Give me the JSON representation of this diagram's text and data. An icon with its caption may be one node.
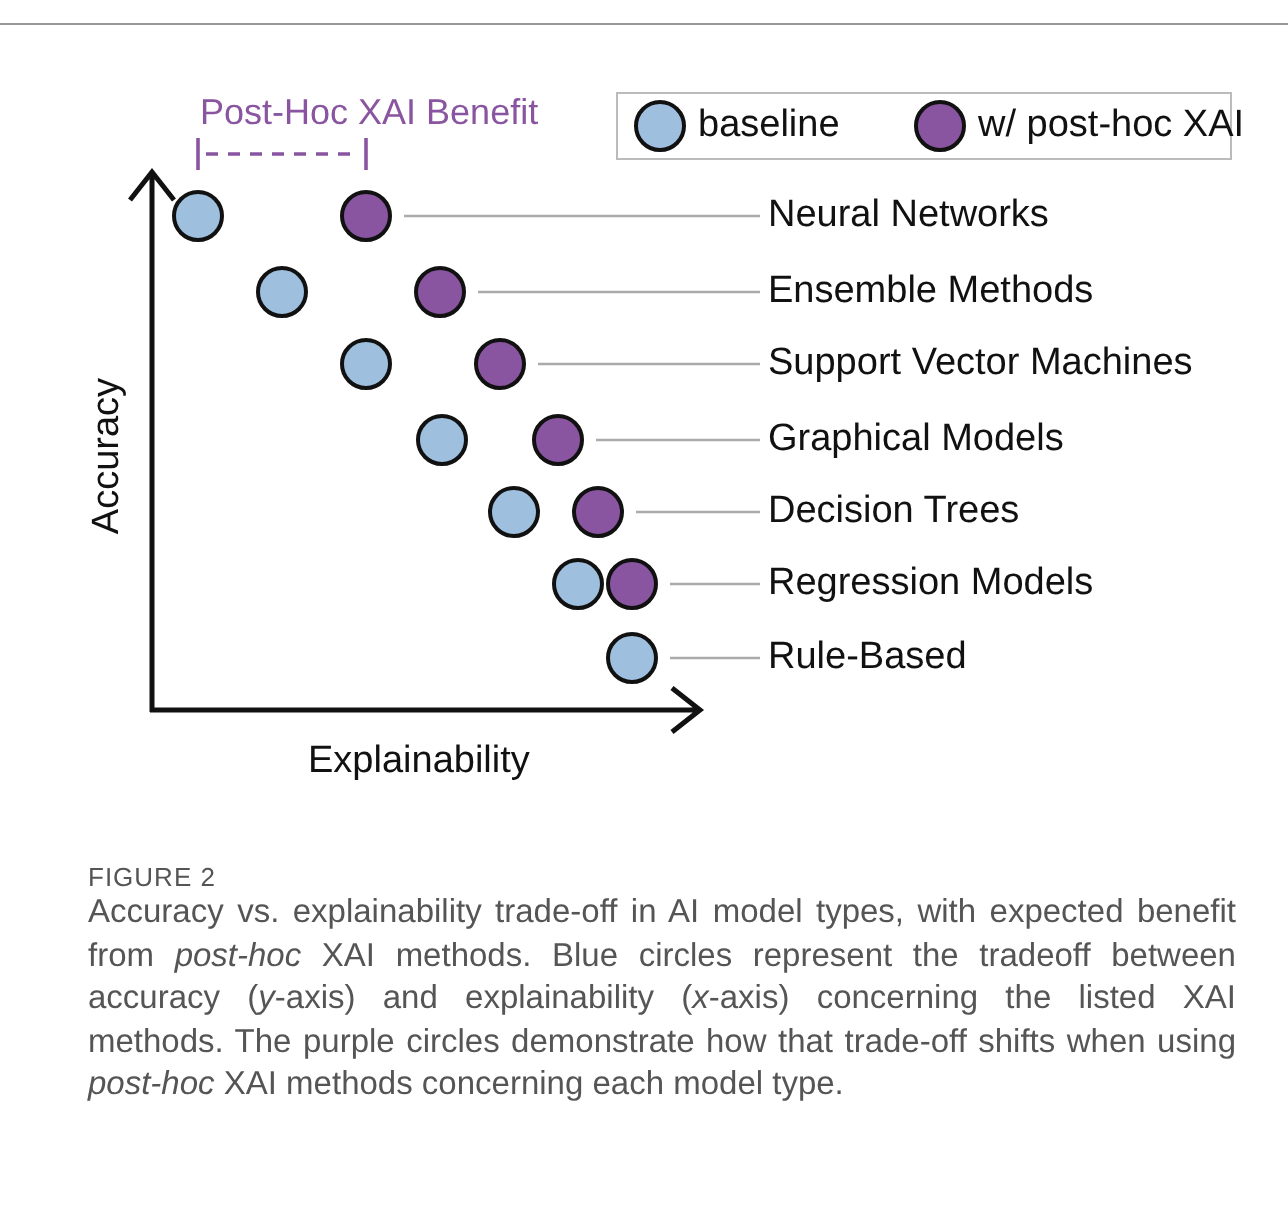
{
  "diagram": {
    "caption": "Accuracy vs. explainability trade-off in AI model types, with expected benefit from *post-hoc* XAI methods. Blue circles represent the tradeoff between accuracy (*y*-axis) and explainability (*x*-axis) concerning the listed XAI methods. The purple circles demonstrate how that trade-off shifts when using *post-hoc* XAI methods concerning each model type.",
    "nodes": [
      {
        "text": [],
        "shape": "circle"
      },
      {
        "text": [],
        "shape": "circle"
      },
      {
        "text": [
          "Neural Networks"
        ]
      },
      {
        "text": [],
        "shape": "circle"
      },
      {
        "text": [],
        "shape": "circle"
      },
      {
        "text": [
          "Ensemble Methods"
        ]
      },
      {
        "text": [],
        "shape": "circle"
      },
      {
        "text": [],
        "shape": "circle"
      },
      {
        "text": [
          "Support Vector Machines"
        ]
      },
      {
        "text": [],
        "shape": "circle"
      },
      {
        "text": [],
        "shape": "circle"
      },
      {
        "text": [
          "Graphical Models"
        ]
      },
      {
        "text": [],
        "shape": "circle"
      },
      {
        "text": [],
        "shape": "circle"
      },
      {
        "text": [
          "Decision Trees"
        ]
      },
      {
        "text": [],
        "shape": "circle"
      },
      {
        "text": [],
        "shape": "circle"
      },
      {
        "text": [
          "Regression Models"
        ]
      },
      {
        "text": [],
        "shape": "circle"
      },
      {
        "text": [
          "Rule-Based"
        ]
      }
    ],
    "edges": [
      {
        "from": 2,
        "to": 1,
        "arrow": "none"
      },
      {
        "from": 5,
        "to": 4,
        "arrow": "none"
      },
      {
        "from": 8,
        "to": 7,
        "arrow": "none"
      },
      {
        "from": 11,
        "to": 10,
        "arrow": "none"
      },
      {
        "from": 14,
        "to": 13,
        "arrow": "none"
      },
      {
        "from": 17,
        "to": 16,
        "arrow": "none"
      },
      {
        "from": 19,
        "to": 18,
        "arrow": "none"
      }
    ],
    "labels": [
      "Post-Hoc XAI Benefit",
      "Accuracy",
      "Explainability",
      "FIGURE 2"
    ],
    "legend": [
      {
        "text": "baseline",
        "color": "#9fbfdf"
      },
      {
        "text": "w/ post-hoc XAI",
        "color": "#8a55a0"
      }
    ]
  }
}
